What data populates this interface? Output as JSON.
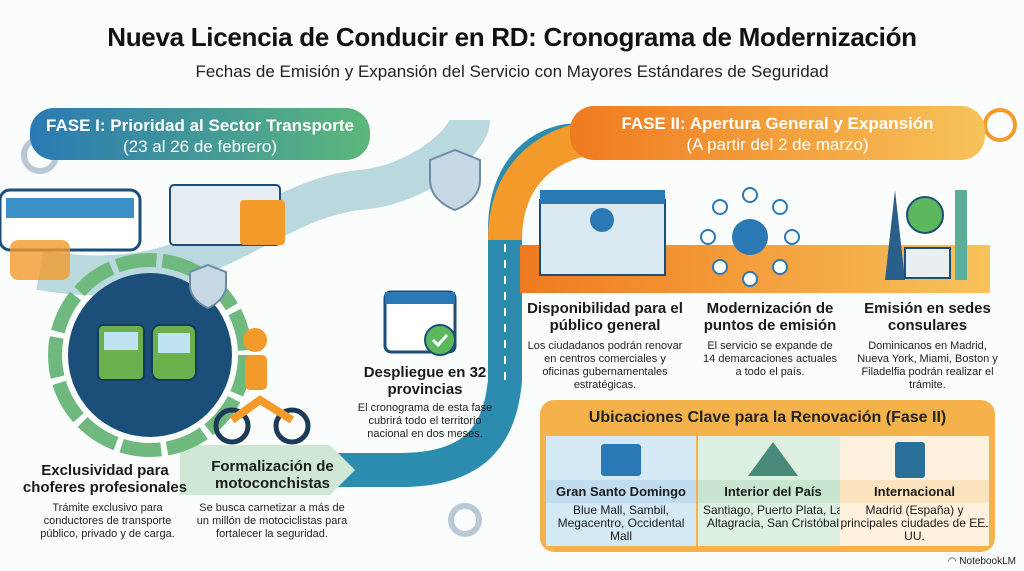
{
  "title": "Nueva Licencia de Conducir en RD: Cronograma de Modernización",
  "subtitle": "Fechas de Emisión y Expansión del Servicio con Mayores Estándares de Seguridad",
  "phase1": {
    "title": "FASE I: Prioridad al Sector Transporte",
    "dates": "(23 al 26 de febrero)",
    "items": [
      {
        "heading": "Exclusividad para choferes profesionales",
        "text": "Trámite exclusivo para conductores de transporte público, privado y de carga."
      },
      {
        "heading": "Formalización de motoconchistas",
        "text": "Se busca carnetizar a más de un millón de motociclistas para fortalecer la seguridad."
      },
      {
        "heading": "Despliegue en 32 provincias",
        "text": "El cronograma de esta fase cubrirá todo el territorio nacional en dos meses."
      }
    ]
  },
  "phase2": {
    "title": "FASE II: Apertura General y Expansión",
    "dates": "(A partir del 2 de marzo)",
    "items": [
      {
        "heading": "Disponibilidad para el público general",
        "text": "Los ciudadanos podrán renovar en centros comerciales y oficinas gubernamentales estratégicas."
      },
      {
        "heading": "Modernización de puntos de emisión",
        "text": "El servicio se expande de 14 demarcaciones actuales a todo el país."
      },
      {
        "heading": "Emisión en sedes consulares",
        "text": "Dominicanos en Madrid, Nueva York, Miami, Boston y Filadelfia podrán realizar el trámite."
      }
    ]
  },
  "locations": {
    "title": "Ubicaciones Clave para la Renovación (Fase II)",
    "columns": [
      {
        "name": "Gran Santo Domingo",
        "text": "Blue Mall, Sambil, Megacentro, Occidental Mall"
      },
      {
        "name": "Interior del País",
        "text": "Santiago, Puerto Plata, La Altagracia, San Cristóbal"
      },
      {
        "name": "Internacional",
        "text": "Madrid (España) y principales ciudades de EE. UU."
      }
    ]
  },
  "brand": "NotebookLM",
  "colors": {
    "blue": "#1f6fa5",
    "green": "#5cb85c",
    "orange": "#f39a2b",
    "navy": "#1b4f7a"
  }
}
